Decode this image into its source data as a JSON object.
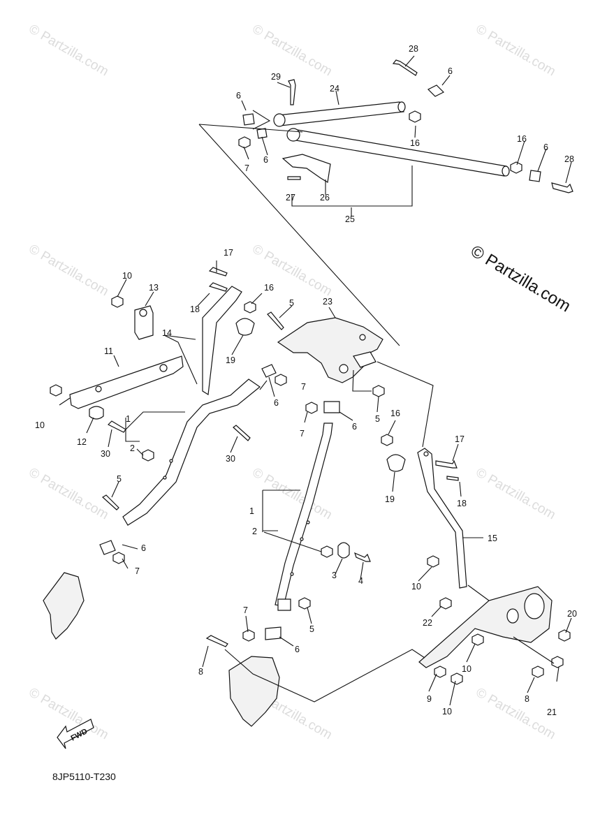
{
  "watermark": "© Partzilla.com",
  "copyright_text": "© Partzilla.com",
  "diagram_code": "8JP5110-T230",
  "fwd_label": "FWD",
  "callouts": {
    "c28a": "28",
    "c6a": "6",
    "c29": "29",
    "c24": "24",
    "c6b": "6",
    "c16a": "16",
    "c7a": "7",
    "c6c": "6",
    "c16b": "16",
    "c6d": "6",
    "c28b": "28",
    "c27": "27",
    "c26": "26",
    "c25": "25",
    "c17a": "17",
    "c10a": "10",
    "c13": "13",
    "c16c": "16",
    "c5a": "5",
    "c23": "23",
    "c18a": "18",
    "c14": "14",
    "c19a": "19",
    "c11": "11",
    "c7b": "7",
    "c6e": "6",
    "c5b": "5",
    "c10b": "10",
    "c1a": "1",
    "c12": "12",
    "c30a": "30",
    "c2a": "2",
    "c30b": "30",
    "c7c": "7",
    "c6f": "6",
    "c16d": "16",
    "c17b": "17",
    "c5c": "5",
    "c19b": "19",
    "c18b": "18",
    "c1b": "1",
    "c2b": "2",
    "c6g": "6",
    "c7d": "7",
    "c15": "15",
    "c3": "3",
    "c4": "4",
    "c10c": "10",
    "c22": "22",
    "c20": "20",
    "c7e": "7",
    "c5d": "5",
    "c6h": "6",
    "c8a": "8",
    "c10d": "10",
    "c21": "21",
    "c8b": "8",
    "c9": "9",
    "c10e": "10"
  }
}
